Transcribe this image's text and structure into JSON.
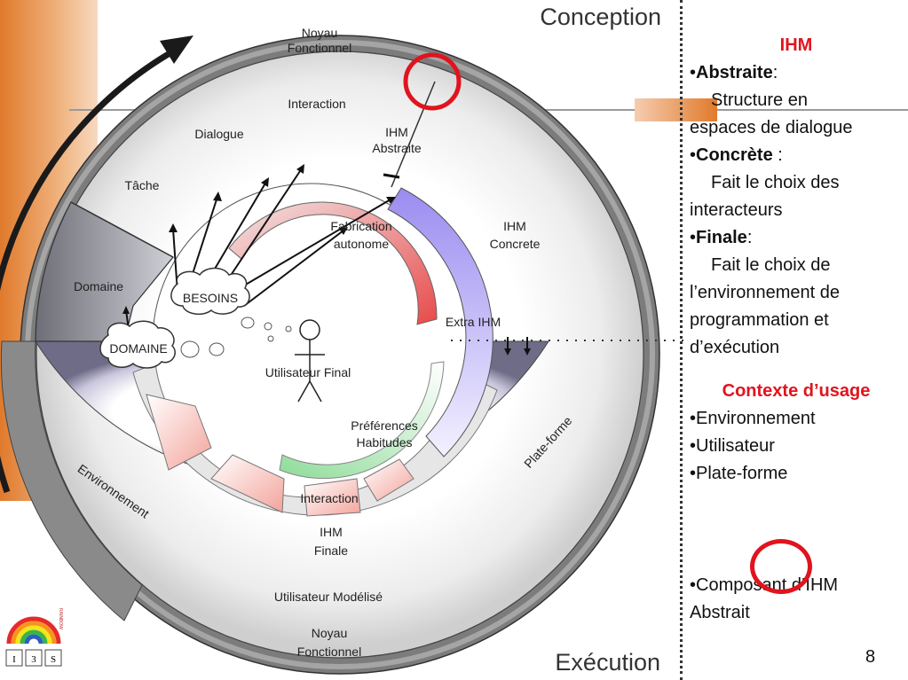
{
  "diagram": {
    "title_top": "Conception",
    "title_bottom": "Exécution",
    "labels": {
      "noyau_top_1": "Noyau",
      "noyau_top_2": "Fonctionnel",
      "interaction_top": "Interaction",
      "dialogue": "Dialogue",
      "tache": "Tâche",
      "domaine_band": "Domaine",
      "ihm_abstraite_1": "IHM",
      "ihm_abstraite_2": "Abstraite",
      "ihm_concrete_1": "IHM",
      "ihm_concrete_2": "Concrete",
      "fabrication_1": "Fabrication",
      "fabrication_2": "autonome",
      "extra_ihm": "Extra IHM",
      "besoins": "BESOINS",
      "domaine_cloud": "DOMAINE",
      "utilisateur_final": "Utilisateur Final",
      "preferences_1": "Préférences",
      "preferences_2": "Habitudes",
      "interaction_bottom": "Interaction",
      "ihm_finale_1": "IHM",
      "ihm_finale_2": "Finale",
      "environnement": "Environnement",
      "plate_forme": "Plate-forme",
      "utilisateur_modelise": "Utilisateur Modélisé",
      "noyau_bottom_1": "Noyau",
      "noyau_bottom_2": "Fonctionnel"
    }
  },
  "sidebar": {
    "ihm_heading": "IHM",
    "bullet": "•",
    "abstraite_term": "Abstraite",
    "abstraite_colon": ":",
    "abstraite_desc_1": "Structure en",
    "abstraite_desc_2": "espaces de dialogue",
    "concrete_term": "Concrète",
    "concrete_colon": " :",
    "concrete_desc_1": "Fait le choix des",
    "concrete_desc_2": "interacteurs",
    "finale_term": "Finale",
    "finale_colon": ":",
    "finale_desc_1": "Fait le choix de",
    "finale_desc_2": "l’environnement de",
    "finale_desc_3": "programmation et",
    "finale_desc_4": "d’exécution",
    "contexte_heading": "Contexte d’usage",
    "contexte_items": [
      "Environnement",
      "Utilisateur",
      "Plate-forme"
    ],
    "composant_1": "Composant d’IHM",
    "composant_2": "Abstrait"
  },
  "slide_number": "8",
  "logo": {
    "side_letters": "RAINBOW",
    "boxes": [
      "I",
      "3",
      "S"
    ]
  },
  "colors": {
    "accent_red": "#e0141e",
    "orange": "#e07a2c",
    "ring_gray": "#8a8a8a",
    "abstraite_violet": "#9a8cf0",
    "fabrication_red": "#e84a4a",
    "preferences_green": "#8fdc9a"
  }
}
